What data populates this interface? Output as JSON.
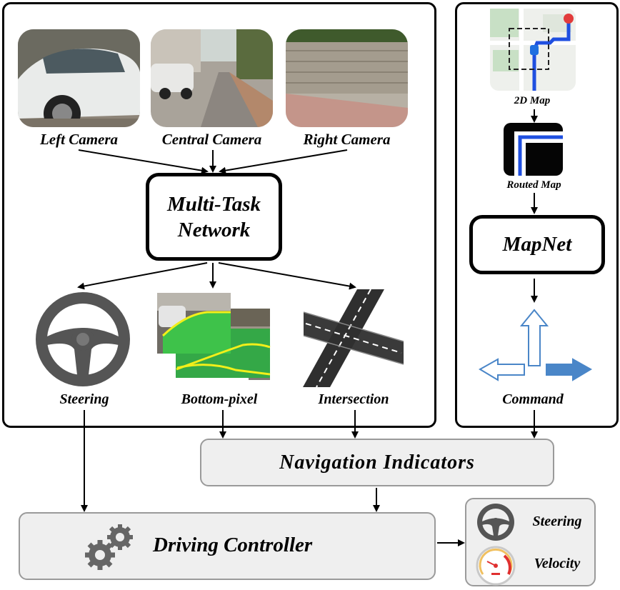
{
  "cameras": {
    "left": "Left Camera",
    "central": "Central Camera",
    "right": "Right Camera"
  },
  "network": {
    "line1": "Multi-Task",
    "line2": "Network"
  },
  "outputs": {
    "steering": "Steering",
    "bottom_pixel": "Bottom-pixel",
    "intersection": "Intersection"
  },
  "map_branch": {
    "map_2d": "2D Map",
    "routed_map": "Routed Map",
    "mapnet": "MapNet",
    "command": "Command"
  },
  "navigation": "Navigation Indicators",
  "controller": "Driving Controller",
  "control_outputs": {
    "steering": "Steering",
    "velocity": "Velocity"
  },
  "colors": {
    "stroke": "#000000",
    "box_fill": "#efefef",
    "box_border": "#9a9a9a",
    "route_blue": "#1f4fe0",
    "arrow_blue": "#4a86c8",
    "lane_green": "#22b14c",
    "lane_yellow": "#f2ef1a"
  }
}
